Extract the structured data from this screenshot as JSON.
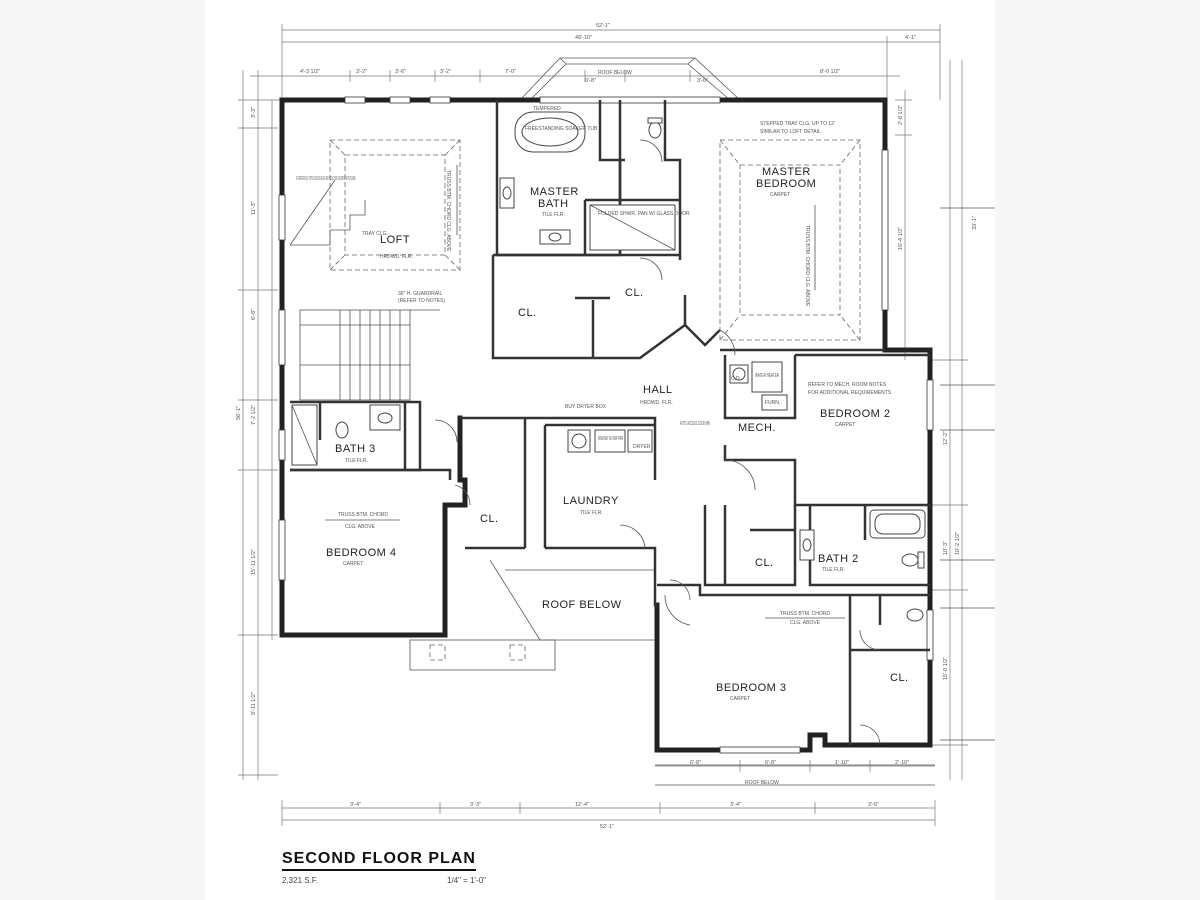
{
  "title": "SECOND FLOOR PLAN",
  "area": "2,321 S.F.",
  "scale": "1/4\" = 1'-0\"",
  "dimensions": {
    "top_overall": "52'-1\"",
    "top_main": "49'-10\"",
    "top_right": "4'-1\"",
    "bottom_overall": "52'-1\"",
    "top_segments": [
      "4'-3 1/2\"",
      "3'-2\"",
      "3'-6\"",
      "3'-2\"",
      "7'-0\"",
      "0'-8\"",
      "3'-6\"",
      "8'-0 1/2\""
    ],
    "bottom_segments": [
      "3'-4\"",
      "3'-3\"",
      "12'-4\"",
      "3'-4\"",
      "3'-6\""
    ],
    "lower_segments": [
      "6'-8\"",
      "6'-8\"",
      "1'-10\"",
      "2'-10\""
    ],
    "left_segments": [
      "3'-3\"",
      "11'-3\"",
      "6'-8\"",
      "7'-2 1/2\"",
      "15'-11 1/2\"",
      "9'-11 1/2\""
    ],
    "left_overall": "56'-1\"",
    "right_segments": [
      "2'-8 1/2\"",
      "16'-4 1/2\"",
      "12'-2\"",
      "10'-3\"",
      "10'-2 1/2\"",
      "15'-0 1/2\""
    ],
    "right_overall": "33'-1\""
  },
  "rooms": [
    {
      "name": "MASTER",
      "sub": "BEDROOM",
      "floor": "CARPET"
    },
    {
      "name": "MASTER",
      "sub": "BATH",
      "floor": "TILE FLR."
    },
    {
      "name": "LOFT",
      "floor": "HRDWD. FLR."
    },
    {
      "name": "CL."
    },
    {
      "name": "CL."
    },
    {
      "name": "HALL",
      "floor": "HRDWD. FLR."
    },
    {
      "name": "BATH 3",
      "floor": "TILE FLR."
    },
    {
      "name": "LAUNDRY",
      "floor": "TILE FLR."
    },
    {
      "name": "CL."
    },
    {
      "name": "BEDROOM 4",
      "floor": "CARPET"
    },
    {
      "name": "BEDROOM 2",
      "floor": "CARPET"
    },
    {
      "name": "MECH."
    },
    {
      "name": "CL."
    },
    {
      "name": "BATH 2",
      "floor": "TILE FLR."
    },
    {
      "name": "BEDROOM 3",
      "floor": "CARPET"
    },
    {
      "name": "CL."
    },
    {
      "name": "ROOF BELOW"
    }
  ],
  "notes": {
    "roof_below_top": "ROOF BELOW",
    "roof_below_bottom": "ROOF BELOW",
    "tempered": "TEMPERED",
    "freestanding_tub": "FREESTANDING SOAKER TUB",
    "stepped_tray": "STEPPED TRAY CLG. UP TO 12'",
    "stepped_tray_2": "SIMILAR TO LOFT DETAIL",
    "truss_master": "TRUSS BTM. CHORD CLG. ABOVE",
    "truss_loft": "TRUSS BTM. CHORD CLG. ABOVE",
    "truss_bed4": "TRUSS BTM. CHORD",
    "truss_bed4_2": "CLG. ABOVE",
    "truss_bed3": "TRUSS BTM. CHORD",
    "truss_bed3_2": "CLG. ABOVE",
    "loft_note": "BY CARPENTER: BUILT STEPS PLUS BELOW CEILING TRIM, TRUSS CHORD, DECORATIVE W/ TRUSS MANUF.",
    "tray_clg": "TRAY CLG.",
    "guardrail": "36\" H. GUARDRAIL",
    "guardrail_2": "(REFER TO NOTES)",
    "shower": "FOLDED SHWR. PAN W/ GLASS DOOR",
    "mech_note": "REFER TO MECH. ROOM NOTES",
    "mech_note_2": "FOR ADDITIONAL REQUIREMENTS",
    "attic": "ATTIC ACCESS 22X30 MIN",
    "dryer_box": "BUY DRYER BOX",
    "washer": "WASHER W/ DRIP PAN",
    "dryer": "DRYER",
    "water_heater": "WATER HEATER",
    "furnace": "FURN.",
    "cd": "C.D."
  }
}
